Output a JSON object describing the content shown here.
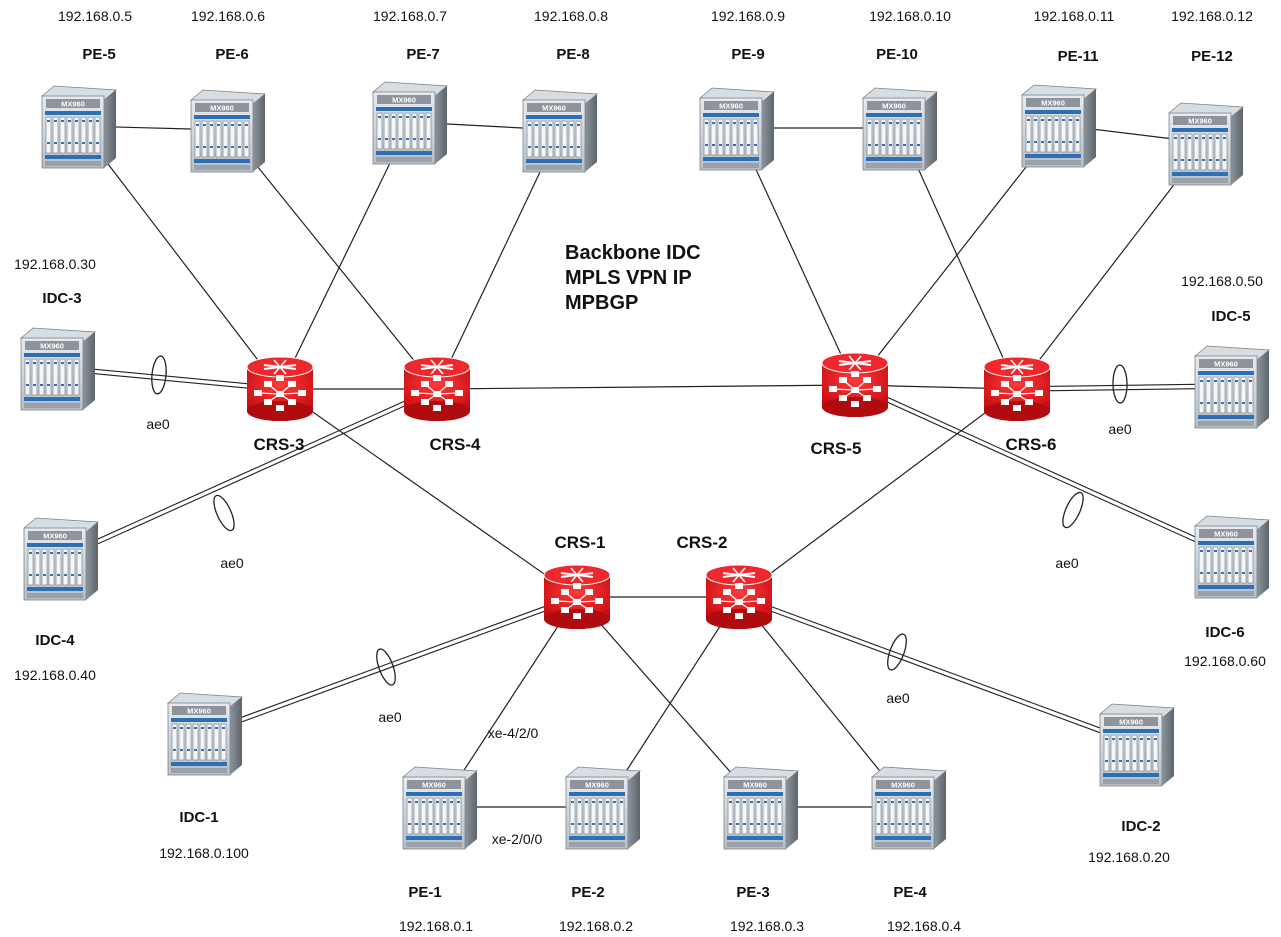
{
  "title_lines": [
    "Backbone IDC",
    "MPLS VPN IP",
    "MPBGP"
  ],
  "device_model": "MX960",
  "colors": {
    "router_red": "#e8141a",
    "router_dark": "#b00b0f",
    "server_body": "#c9ced4",
    "server_accent": "#2d6fb5",
    "link": "#222222"
  },
  "nodes": {
    "pe5": {
      "name": "PE-5",
      "ip": "192.168.0.5",
      "type": "mx960"
    },
    "pe6": {
      "name": "PE-6",
      "ip": "192.168.0.6",
      "type": "mx960"
    },
    "pe7": {
      "name": "PE-7",
      "ip": "192.168.0.7",
      "type": "mx960"
    },
    "pe8": {
      "name": "PE-8",
      "ip": "192.168.0.8",
      "type": "mx960"
    },
    "pe9": {
      "name": "PE-9",
      "ip": "192.168.0.9",
      "type": "mx960"
    },
    "pe10": {
      "name": "PE-10",
      "ip": "192.168.0.10",
      "type": "mx960"
    },
    "pe11": {
      "name": "PE-11",
      "ip": "192.168.0.11",
      "type": "mx960"
    },
    "pe12": {
      "name": "PE-12",
      "ip": "192.168.0.12",
      "type": "mx960"
    },
    "idc3": {
      "name": "IDC-3",
      "ip": "192.168.0.30",
      "type": "mx960"
    },
    "idc5": {
      "name": "IDC-5",
      "ip": "192.168.0.50",
      "type": "mx960"
    },
    "idc4": {
      "name": "IDC-4",
      "ip": "192.168.0.40",
      "type": "mx960"
    },
    "idc6": {
      "name": "IDC-6",
      "ip": "192.168.0.60",
      "type": "mx960"
    },
    "idc1": {
      "name": "IDC-1",
      "ip": "192.168.0.100",
      "type": "mx960"
    },
    "idc2": {
      "name": "IDC-2",
      "ip": "192.168.0.20",
      "type": "mx960"
    },
    "pe1": {
      "name": "PE-1",
      "ip": "192.168.0.1",
      "type": "mx960"
    },
    "pe2": {
      "name": "PE-2",
      "ip": "192.168.0.2",
      "type": "mx960"
    },
    "pe3": {
      "name": "PE-3",
      "ip": "192.168.0.3",
      "type": "mx960"
    },
    "pe4": {
      "name": "PE-4",
      "ip": "192.168.0.4",
      "type": "mx960"
    },
    "crs3": {
      "name": "CRS-3",
      "type": "crs"
    },
    "crs4": {
      "name": "CRS-4",
      "type": "crs"
    },
    "crs5": {
      "name": "CRS-5",
      "type": "crs"
    },
    "crs6": {
      "name": "CRS-6",
      "type": "crs"
    },
    "crs1": {
      "name": "CRS-1",
      "type": "crs"
    },
    "crs2": {
      "name": "CRS-2",
      "type": "crs"
    }
  },
  "links": [
    {
      "from": "pe5",
      "to": "pe6",
      "style": "single"
    },
    {
      "from": "pe7",
      "to": "pe8",
      "style": "single"
    },
    {
      "from": "pe9",
      "to": "pe10",
      "style": "single"
    },
    {
      "from": "pe11",
      "to": "pe12",
      "style": "single"
    },
    {
      "from": "pe1",
      "to": "pe2",
      "style": "single",
      "label": "xe-2/0/0"
    },
    {
      "from": "pe3",
      "to": "pe4",
      "style": "single"
    },
    {
      "from": "pe5",
      "to": "crs3",
      "style": "single"
    },
    {
      "from": "pe6",
      "to": "crs4",
      "style": "single"
    },
    {
      "from": "pe7",
      "to": "crs3",
      "style": "single"
    },
    {
      "from": "pe8",
      "to": "crs4",
      "style": "single"
    },
    {
      "from": "pe9",
      "to": "crs5",
      "style": "single"
    },
    {
      "from": "pe10",
      "to": "crs6",
      "style": "single"
    },
    {
      "from": "pe11",
      "to": "crs5",
      "style": "single"
    },
    {
      "from": "pe12",
      "to": "crs6",
      "style": "single"
    },
    {
      "from": "crs3",
      "to": "crs4",
      "style": "single"
    },
    {
      "from": "crs4",
      "to": "crs5",
      "style": "single"
    },
    {
      "from": "crs5",
      "to": "crs6",
      "style": "single"
    },
    {
      "from": "crs1",
      "to": "crs2",
      "style": "single"
    },
    {
      "from": "crs3",
      "to": "crs1",
      "style": "single"
    },
    {
      "from": "crs6",
      "to": "crs2",
      "style": "single"
    },
    {
      "from": "crs1",
      "to": "pe1",
      "style": "single",
      "label": "xe-4/2/0"
    },
    {
      "from": "crs1",
      "to": "pe3",
      "style": "single"
    },
    {
      "from": "crs2",
      "to": "pe2",
      "style": "single"
    },
    {
      "from": "crs2",
      "to": "pe4",
      "style": "single"
    },
    {
      "from": "idc3",
      "to": "crs3",
      "style": "bundle",
      "label": "ae0"
    },
    {
      "from": "idc5",
      "to": "crs6",
      "style": "bundle",
      "label": "ae0"
    },
    {
      "from": "idc4",
      "to": "crs4",
      "style": "bundle",
      "label": "ae0"
    },
    {
      "from": "idc6",
      "to": "crs5",
      "style": "bundle",
      "label": "ae0"
    },
    {
      "from": "idc1",
      "to": "crs1",
      "style": "bundle",
      "label": "ae0"
    },
    {
      "from": "idc2",
      "to": "crs2",
      "style": "bundle",
      "label": "ae0"
    }
  ]
}
